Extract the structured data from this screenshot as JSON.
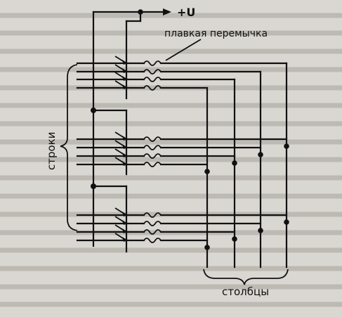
{
  "diagram": {
    "labels": {
      "supply": "+U",
      "fuse": "плавкая перемычка",
      "rows": "строки",
      "columns": "столбцы"
    },
    "colors": {
      "ink": "#111111",
      "paper": "#d9d7d2"
    }
  }
}
